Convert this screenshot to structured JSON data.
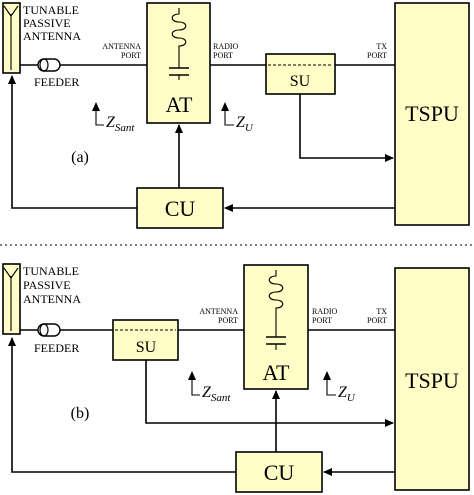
{
  "diagrams": [
    {
      "panel_label": "(a)",
      "antenna_label_lines": [
        "TUNABLE",
        "PASSIVE",
        "ANTENNA"
      ],
      "feeder_label": "FEEDER",
      "antenna_port_lines": [
        "ANTENNA",
        "PORT"
      ],
      "radio_port_lines": [
        "RADIO",
        "PORT"
      ],
      "tx_port_lines": [
        "TX",
        "PORT"
      ],
      "at_label": "AT",
      "su_label": "SU",
      "tspu_label": "TSPU",
      "cu_label": "CU",
      "zsant": {
        "base": "Z",
        "sub": "Sant"
      },
      "zu": {
        "base": "Z",
        "sub": "U"
      }
    },
    {
      "panel_label": "(b)",
      "antenna_label_lines": [
        "TUNABLE",
        "PASSIVE",
        "ANTENNA"
      ],
      "feeder_label": "FEEDER",
      "antenna_port_lines": [
        "ANTENNA",
        "PORT"
      ],
      "radio_port_lines": [
        "RADIO",
        "PORT"
      ],
      "tx_port_lines": [
        "TX",
        "PORT"
      ],
      "at_label": "AT",
      "su_label": "SU",
      "tspu_label": "TSPU",
      "cu_label": "CU",
      "zsant": {
        "base": "Z",
        "sub": "Sant"
      },
      "zu": {
        "base": "Z",
        "sub": "U"
      }
    }
  ]
}
